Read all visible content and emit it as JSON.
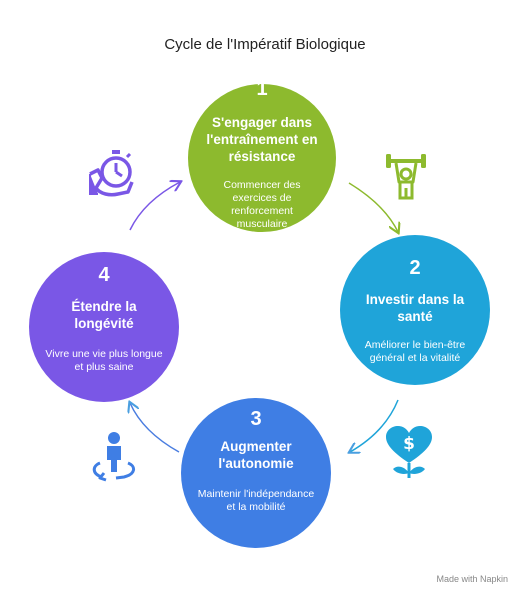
{
  "title": "Cycle de l'Impératif Biologique",
  "colors": {
    "step1": "#8dba2e",
    "step2": "#1fa4d9",
    "step3": "#3f7ee4",
    "step4": "#7a57e6",
    "arrow": "#a9c7e8"
  },
  "steps": [
    {
      "number": "1",
      "heading": "S'engager dans l'entraînement en résistance",
      "description": "Commencer des exercices de renforcement musculaire",
      "icon": "weightlifter-icon"
    },
    {
      "number": "2",
      "heading": "Investir dans la santé",
      "description": "Améliorer le bien-être général et la vitalité",
      "icon": "heart-dollar-plant-icon"
    },
    {
      "number": "3",
      "heading": "Augmenter l'autonomie",
      "description": "Maintenir l'indépendance et la mobilité",
      "icon": "person-rotate-icon"
    },
    {
      "number": "4",
      "heading": "Étendre la longévité",
      "description": "Vivre une vie plus longue et plus saine",
      "icon": "stopwatch-hand-icon"
    }
  ],
  "credit": "Made with Napkin"
}
